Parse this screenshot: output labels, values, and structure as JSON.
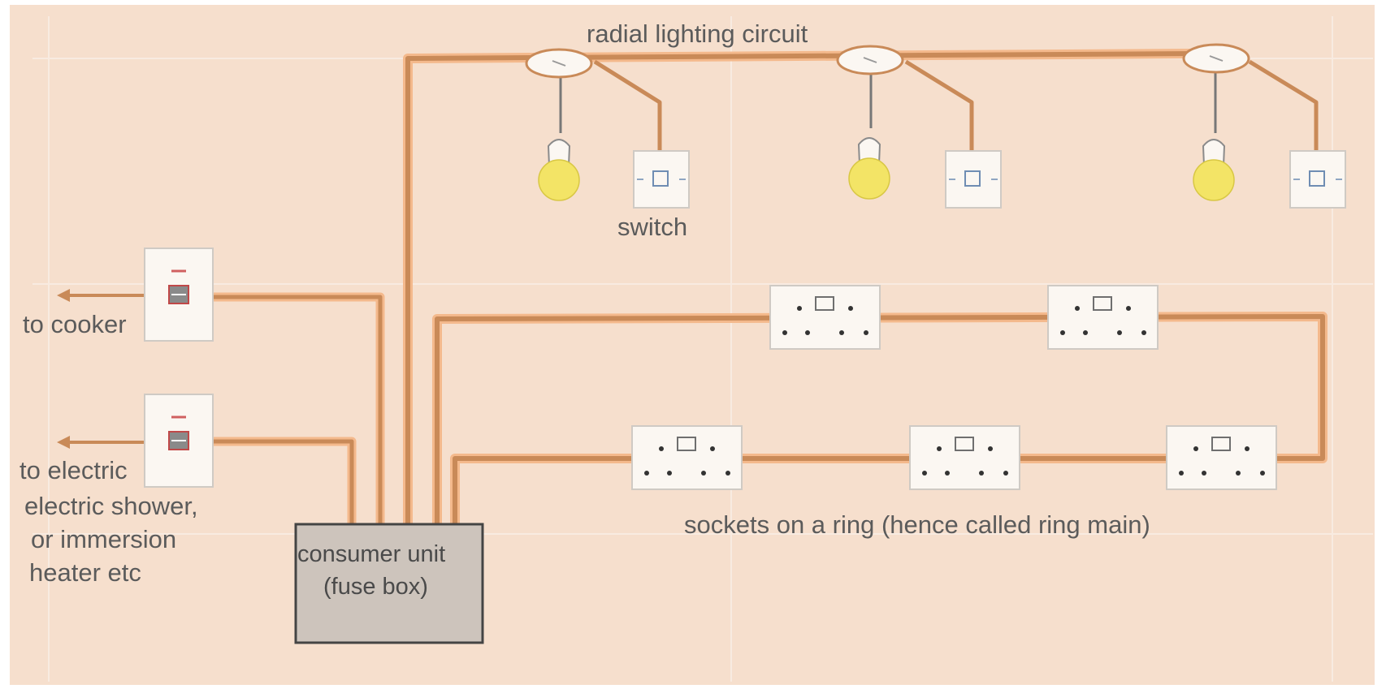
{
  "labels": {
    "lighting_circuit": "radial lighting circuit",
    "switch": "switch",
    "cooker": "to cooker",
    "electric_line1": "to electric",
    "electric_line2": "electric shower,",
    "electric_line3": "or immersion",
    "electric_line4": "heater etc",
    "consumer_line1": "consumer unit",
    "consumer_line2": "(fuse box)",
    "ring_main": "sockets on a ring (hence called ring main)"
  },
  "colors": {
    "background": "#f6dfcd",
    "wire": "#c98a58",
    "wire_highlight": "#f4b98c",
    "bulb": "#f3e466",
    "fixture": "#fbf7f2",
    "consumer_unit": "#cdc4bc"
  },
  "icons": {
    "lamp": "light-bulb-icon",
    "ceiling_rose": "ceiling-rose-icon",
    "switch": "light-switch-icon",
    "socket": "double-socket-icon",
    "isolator": "isolator-switch-icon"
  }
}
